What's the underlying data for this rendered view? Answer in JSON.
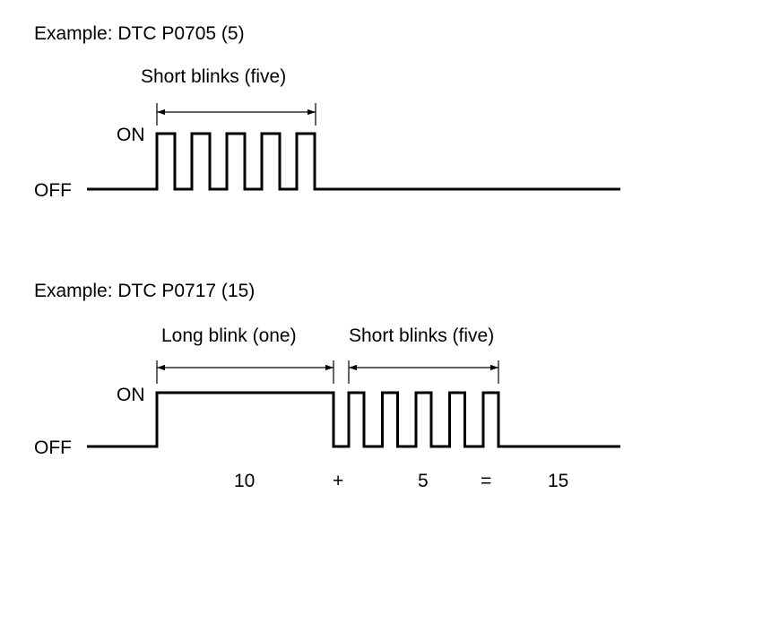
{
  "example1": {
    "title": "Example: DTC P0705 (5)",
    "span_label": "Short blinks (five)",
    "on_label": "ON",
    "off_label": "OFF",
    "short_blinks": 5
  },
  "example2": {
    "title": "Example: DTC P0717 (15)",
    "long_label": "Long blink (one)",
    "short_label": "Short blinks (five)",
    "on_label": "ON",
    "off_label": "OFF",
    "long_blinks": 1,
    "short_blinks": 5,
    "equation": {
      "long_value": "10",
      "plus": "+",
      "short_value": "5",
      "equals": "=",
      "total": "15"
    }
  }
}
